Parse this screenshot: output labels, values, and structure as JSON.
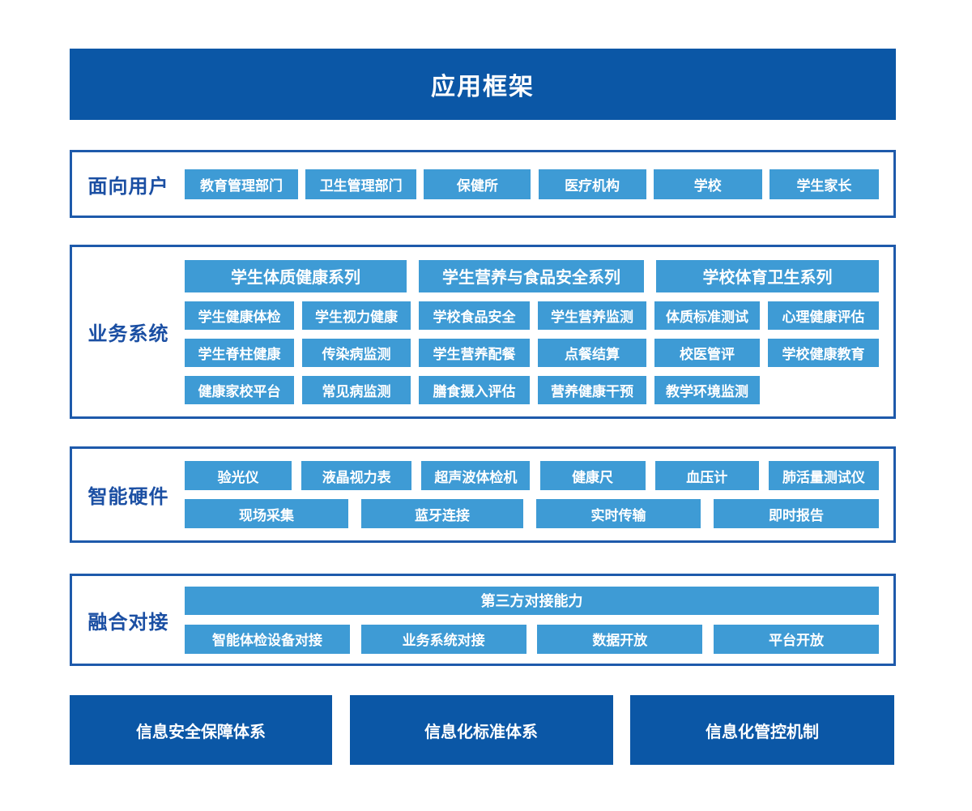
{
  "title": "应用框架",
  "colors": {
    "dark_blue": "#0b57a6",
    "light_blue": "#3e9bd5",
    "border_blue": "#1e5aab",
    "label_blue": "#1b4fa3",
    "text_on_blue": "#ffffff"
  },
  "sections": {
    "users": {
      "label": "面向用户",
      "items": [
        "教育管理部门",
        "卫生管理部门",
        "保健所",
        "医疗机构",
        "学校",
        "学生家长"
      ]
    },
    "business": {
      "label": "业务系统",
      "headers": [
        "学生体质健康系列",
        "学生营养与食品安全系列",
        "学校体育卫生系列"
      ],
      "row1": [
        "学生健康体检",
        "学生视力健康",
        "学校食品安全",
        "学生营养监测",
        "体质标准测试",
        "心理健康评估"
      ],
      "row2": [
        "学生脊柱健康",
        "传染病监测",
        "学生营养配餐",
        "点餐结算",
        "校医管评",
        "学校健康教育"
      ],
      "row3": [
        "健康家校平台",
        "常见病监测",
        "膳食摄入评估",
        "营养健康干预",
        "教学环境监测"
      ]
    },
    "hardware": {
      "label": "智能硬件",
      "row1": [
        "验光仪",
        "液晶视力表",
        "超声波体检机",
        "健康尺",
        "血压计",
        "肺活量测试仪"
      ],
      "row2": [
        "现场采集",
        "蓝牙连接",
        "实时传输",
        "即时报告"
      ]
    },
    "integration": {
      "label": "融合对接",
      "full_row": "第三方对接能力",
      "row1": [
        "智能体检设备对接",
        "业务系统对接",
        "数据开放",
        "平台开放"
      ]
    }
  },
  "footer": {
    "items": [
      "信息安全保障体系",
      "信息化标准体系",
      "信息化管控机制"
    ]
  }
}
